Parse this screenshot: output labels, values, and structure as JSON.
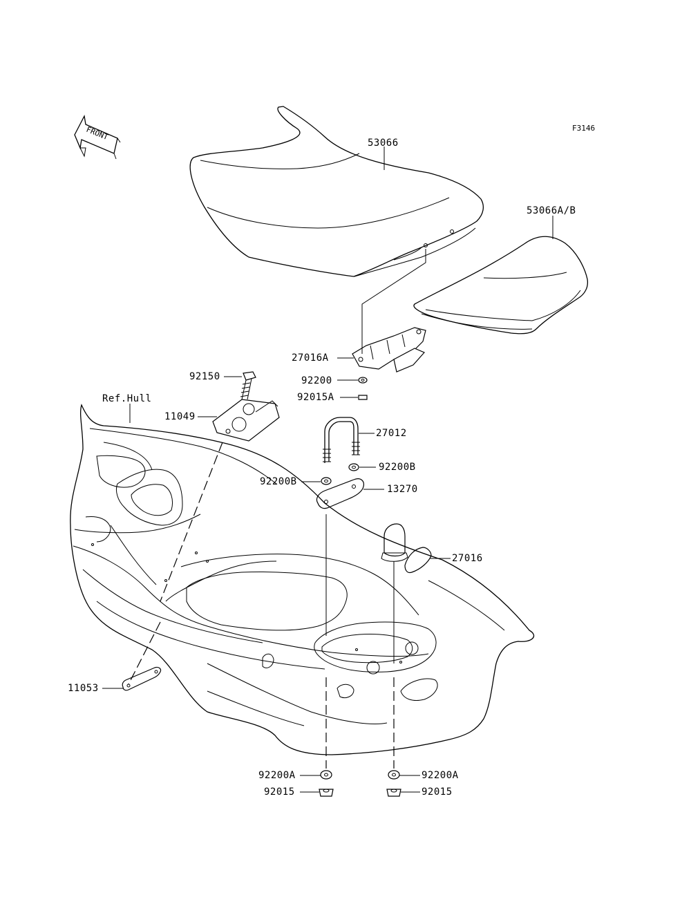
{
  "figure_code": "F3146",
  "front_label": "FRONT",
  "ref_label": "Ref.Hull",
  "parts": {
    "seat": "53066",
    "rear_seat": "53066A/B",
    "latch_a": "27016A",
    "washer_92200": "92200",
    "nut_92015a": "92015A",
    "bolt_92150": "92150",
    "bracket_11049": "11049",
    "u_bolt": "27012",
    "washer_92200b_right": "92200B",
    "washer_92200b_left": "92200B",
    "plate_13270": "13270",
    "latch_27016": "27016",
    "plate_11053": "11053",
    "washer_92200a_left": "92200A",
    "washer_92200a_right": "92200A",
    "nut_92015_left": "92015",
    "nut_92015_right": "92015"
  }
}
